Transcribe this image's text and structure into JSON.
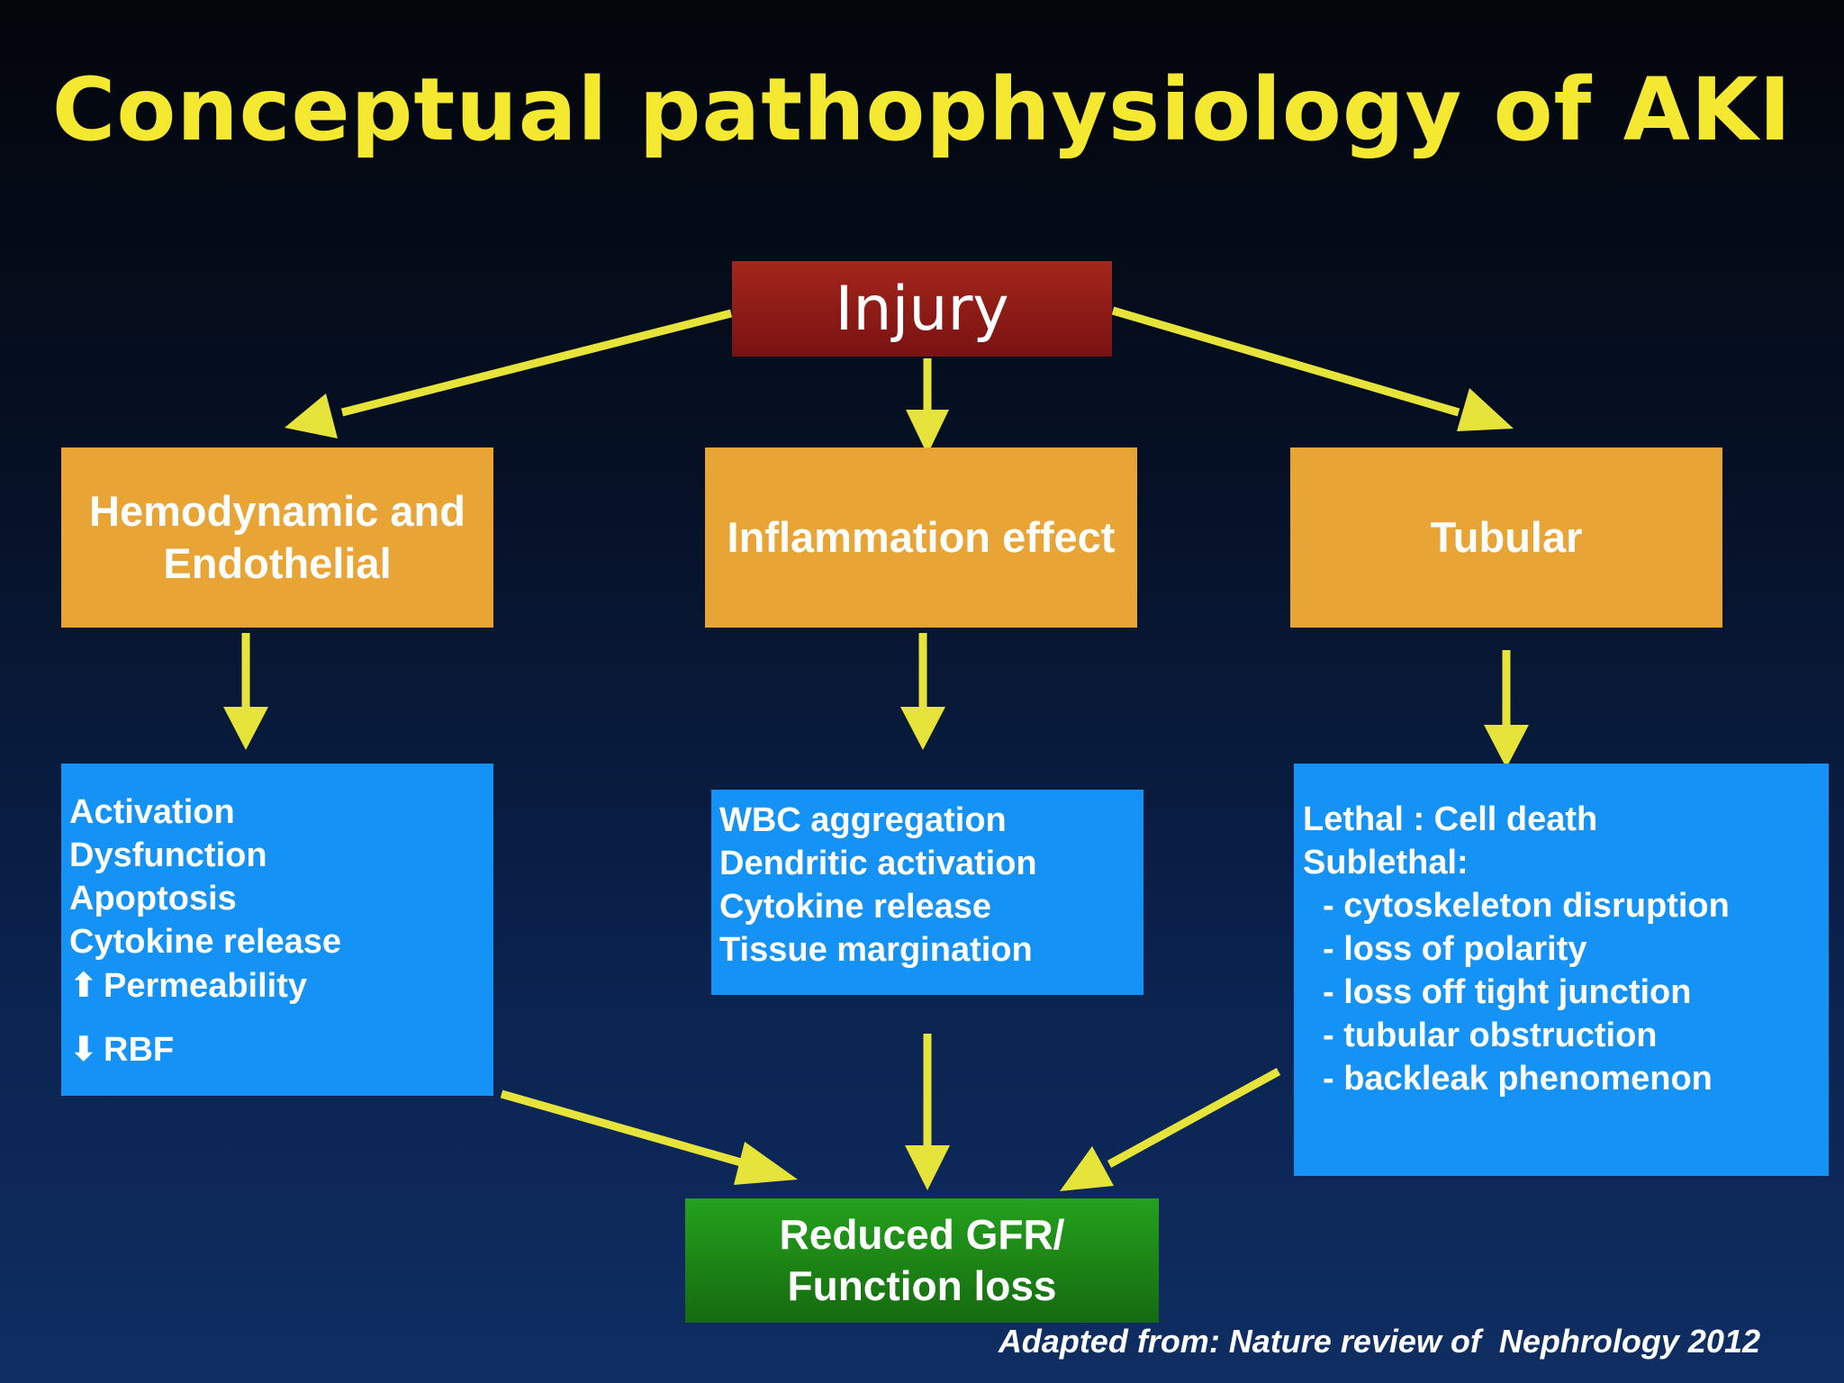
{
  "title": "Conceptual pathophysiology of AKI",
  "injury": {
    "label": "Injury"
  },
  "categories": {
    "hemodynamic": {
      "line1": "Hemodynamic and",
      "line2": "Endothelial",
      "details": [
        "Activation",
        "Dysfunction",
        "Apoptosis",
        "Cytokine release"
      ],
      "up_symbol": "⬆",
      "up_item": "Permeability",
      "down_symbol": "⬇",
      "down_item": "RBF"
    },
    "inflammation": {
      "label": "Inflammation effect",
      "details": [
        "WBC aggregation",
        "Dendritic activation",
        "Cytokine release",
        "Tissue margination"
      ]
    },
    "tubular": {
      "label": "Tubular",
      "lethal": "Lethal : Cell death",
      "sublethal": "Sublethal:",
      "sublethal_items": [
        "- cytoskeleton disruption",
        "- loss of polarity",
        "- loss off tight junction",
        "- tubular obstruction",
        "- backleak phenomenon"
      ]
    }
  },
  "result": {
    "line1": "Reduced GFR/",
    "line2": "Function loss"
  },
  "source": "Adapted from: Nature review of  Nephrology 2012",
  "colors": {
    "title": "#f5e831",
    "arrow": "#e6e33a",
    "injury_box": "#8f1c16",
    "category_box": "#e8a434",
    "detail_box": "#1592f5",
    "result_box": "#1e8c18"
  }
}
